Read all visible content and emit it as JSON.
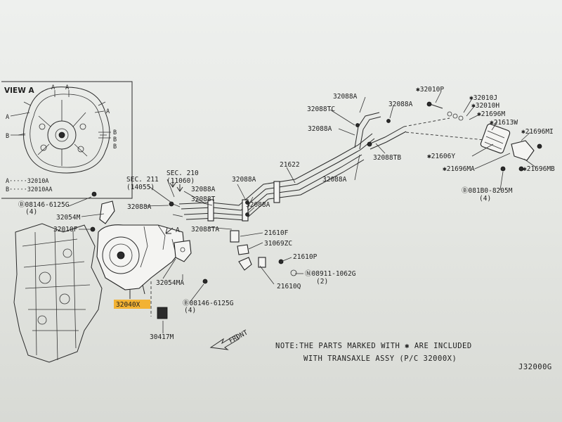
{
  "view": {
    "title": "VIEW A",
    "callouts": [
      "A",
      "A",
      "A",
      "A",
      "B",
      "B",
      "B",
      "B"
    ],
    "legend": [
      {
        "key": "A",
        "dots": "·····",
        "part": "32010A"
      },
      {
        "key": "B",
        "dots": "·····",
        "part": "32010AA"
      }
    ]
  },
  "labels": {
    "p32088a_1": "32088A",
    "p32088tc": "32088TC",
    "p32088a_2": "32088A",
    "p32088a_3": "32088A",
    "p32088tb": "32088TB",
    "p32088a_4": "32088A",
    "p21622": "21622",
    "p32010p": "✱32010P",
    "p32010j": "✱32010J",
    "p32010h": "✱32010H",
    "p21696m": "✱21696M",
    "p21613w": "✱21613W",
    "p21696mi": "✱21696MI",
    "p21606y": "✱21606Y",
    "p21696ma": "✱21696MA",
    "p21696mb": "✱21696MB",
    "p081b0": "Ⓑ081B0-8205M",
    "p081b0_qty": "(4)",
    "sec211": "SEC. 211",
    "sec211_sub": "(14055)",
    "sec210": "SEC. 210",
    "sec210_sub": "(11060)",
    "p32088a_5": "32088A",
    "p32088t": "32088T",
    "p32088a_6": "32088A",
    "p32088a_7": "32088A",
    "p32088a_8": "32088A",
    "p32088ta": "32088TA",
    "p08146_top": "Ⓑ08146-6125G",
    "p08146_top_qty": "(4)",
    "p32054m": "32054M",
    "p32010f": "32010F",
    "arrow_a": "A",
    "p21610f": "21610F",
    "p31069zc": "31069ZC",
    "p21610p": "21610P",
    "p08911": "Ⓝ08911-1062G",
    "p08911_qty": "(2)",
    "p21610q": "21610Q",
    "p32054ma": "32054MA",
    "p32040x": "32040X",
    "p08146_bot": "Ⓑ08146-6125G",
    "p08146_bot_qty": "(4)",
    "p30417m": "30417M",
    "front": "FRONT"
  },
  "note": {
    "line1": "NOTE:THE PARTS MARKED WITH ✱ ARE INCLUDED",
    "line2": "WITH TRANSAXLE ASSY (P/C 32000X)"
  },
  "diagram_id": "J32000G",
  "colors": {
    "highlight": "#f2b233",
    "ink": "#222222",
    "paper": "#eef0ee"
  }
}
